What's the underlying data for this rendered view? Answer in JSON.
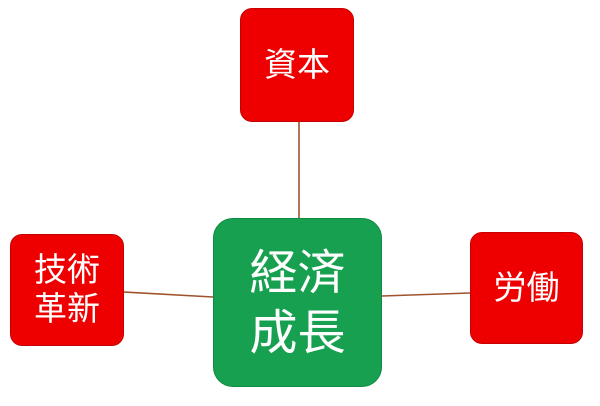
{
  "diagram": {
    "center": {
      "label": "経済\n成長",
      "color": "#16a04f"
    },
    "satellites": [
      {
        "id": "capital",
        "label": "資本"
      },
      {
        "id": "labor",
        "label": "労働"
      },
      {
        "id": "innovation",
        "label": "技術\n革新"
      }
    ],
    "satellite_color": "#ee0000",
    "connector_color": "#a0522d"
  }
}
